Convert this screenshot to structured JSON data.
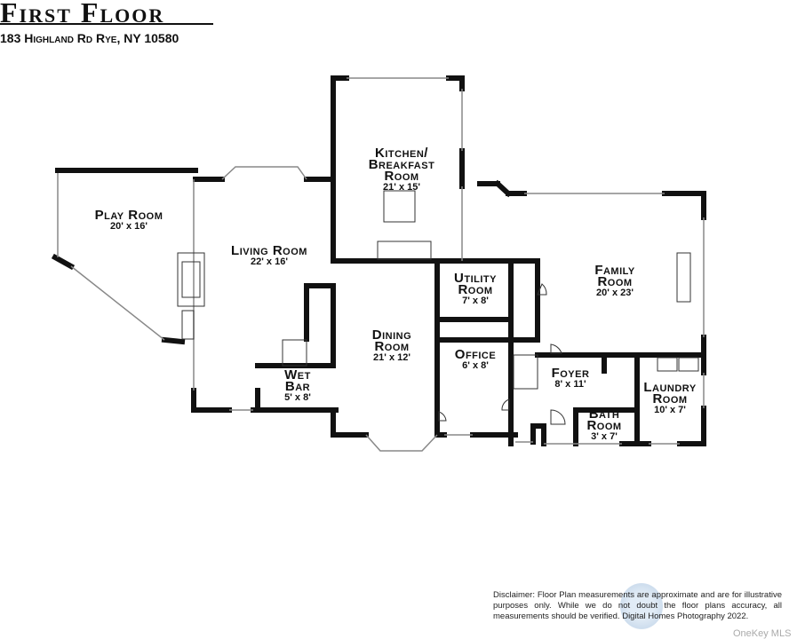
{
  "header": {
    "title": "First Floor",
    "address": "183 Highland Rd Rye, NY 10580"
  },
  "rooms": [
    {
      "name": "Play Room",
      "size": "20' x 16'"
    },
    {
      "name": "Living Room",
      "size": "22' x 16'"
    },
    {
      "name": "Kitchen/ Breakfast Room",
      "size": "21' x 15'"
    },
    {
      "name": "Utility Room",
      "size": "7' x 8'"
    },
    {
      "name": "Family Room",
      "size": "20' x 23'"
    },
    {
      "name": "Dining Room",
      "size": "21' x 12'"
    },
    {
      "name": "Office",
      "size": "6' x 8'"
    },
    {
      "name": "Wet Bar",
      "size": "5' x 8'"
    },
    {
      "name": "Foyer",
      "size": "8' x 11'"
    },
    {
      "name": "Laundry Room",
      "size": "10' x 7'"
    },
    {
      "name": "Bath Room",
      "size": "3' x 7'"
    }
  ],
  "disclaimer": "Disclaimer: Floor Plan measurements are approximate and are for illustrative purposes only. While we do not doubt the floor plans accuracy, all measurements should be verified. Digital Homes Photography 2022.",
  "watermark": "OneKey MLS",
  "colors": {
    "wall": "#111111",
    "window": "#888888"
  }
}
